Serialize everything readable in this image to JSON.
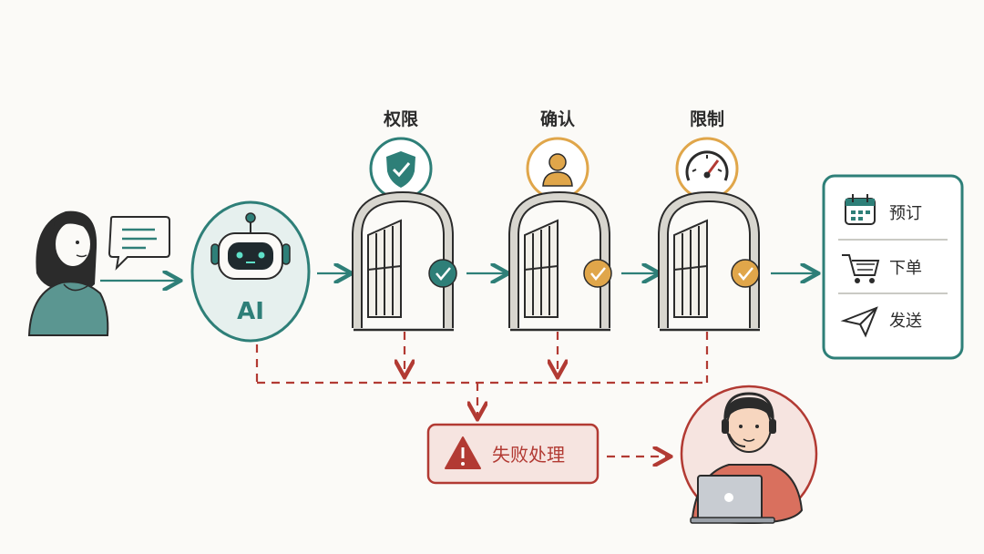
{
  "colors": {
    "teal": "#2e7f78",
    "amber": "#e0a64a",
    "red": "#b23a33",
    "red_fill": "#f6e4e0",
    "ink": "#2b2b2b"
  },
  "ai": {
    "label": "AI",
    "icon": "robot-icon"
  },
  "user": {
    "icon": "user-avatar",
    "message_icon": "chat-bubble-icon"
  },
  "gates": [
    {
      "title": "权限",
      "icon": "shield-check-icon",
      "status_icon": "check-icon"
    },
    {
      "title": "确认",
      "icon": "person-icon",
      "status_icon": "check-icon"
    },
    {
      "title": "限制",
      "icon": "gauge-icon",
      "status_icon": "check-icon"
    }
  ],
  "actions": [
    {
      "label": "预订",
      "icon": "calendar-icon"
    },
    {
      "label": "下单",
      "icon": "cart-icon"
    },
    {
      "label": "发送",
      "icon": "paper-plane-icon"
    }
  ],
  "failure": {
    "label": "失败处理",
    "icon": "warning-icon"
  },
  "support": {
    "icon": "support-agent-icon"
  }
}
